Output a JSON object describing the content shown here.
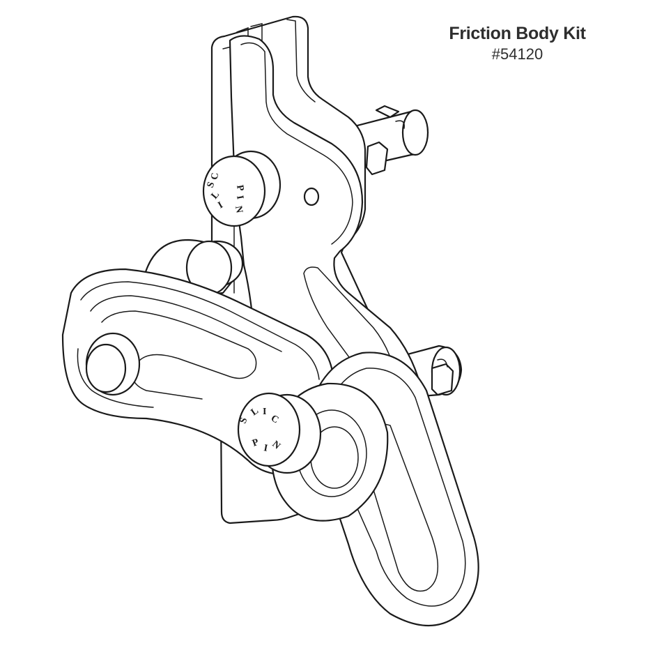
{
  "header": {
    "title": "Friction Body Kit",
    "part_number": "#54120"
  },
  "pin_stamps": {
    "upper_pin": [
      "S",
      "L",
      "I",
      "C",
      "P",
      "I",
      "N"
    ],
    "lower_pin": [
      "S",
      "L",
      "I",
      "C",
      "P",
      "I",
      "N"
    ]
  },
  "colors": {
    "line": "#1a1a1a",
    "fill": "#ffffff",
    "title_text": "#2e2e2e"
  }
}
